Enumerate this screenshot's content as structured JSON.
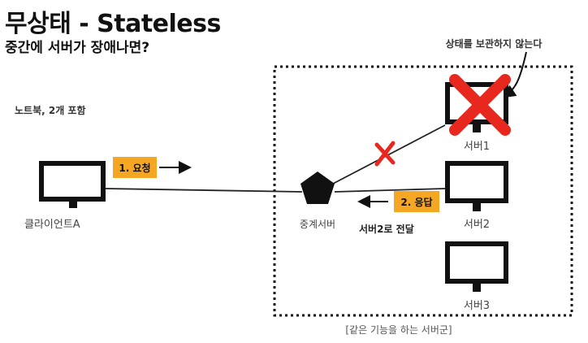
{
  "header": {
    "title": "무상태 - Stateless",
    "subtitle": "중간에 서버가 장애나면?"
  },
  "client": {
    "label": "클라이언트A",
    "note": "노트북, 2개 포함"
  },
  "request": {
    "label": "1. 요청",
    "color": "#F5A623"
  },
  "response": {
    "label": "2. 응답",
    "color": "#F5A623"
  },
  "proxy": {
    "label": "중계서버",
    "forward_note": "서버2로 전달"
  },
  "servers": [
    {
      "label": "서버1",
      "failed": true
    },
    {
      "label": "서버2",
      "failed": false
    },
    {
      "label": "서버3",
      "failed": false
    }
  ],
  "stateless_note": "상태를 보관하지 않는다",
  "group_caption": "[같은 기능을 하는 서버군]",
  "colors": {
    "accent": "#F5A623",
    "failure": "#E8281E",
    "ink": "#111111",
    "muted": "#555555"
  }
}
